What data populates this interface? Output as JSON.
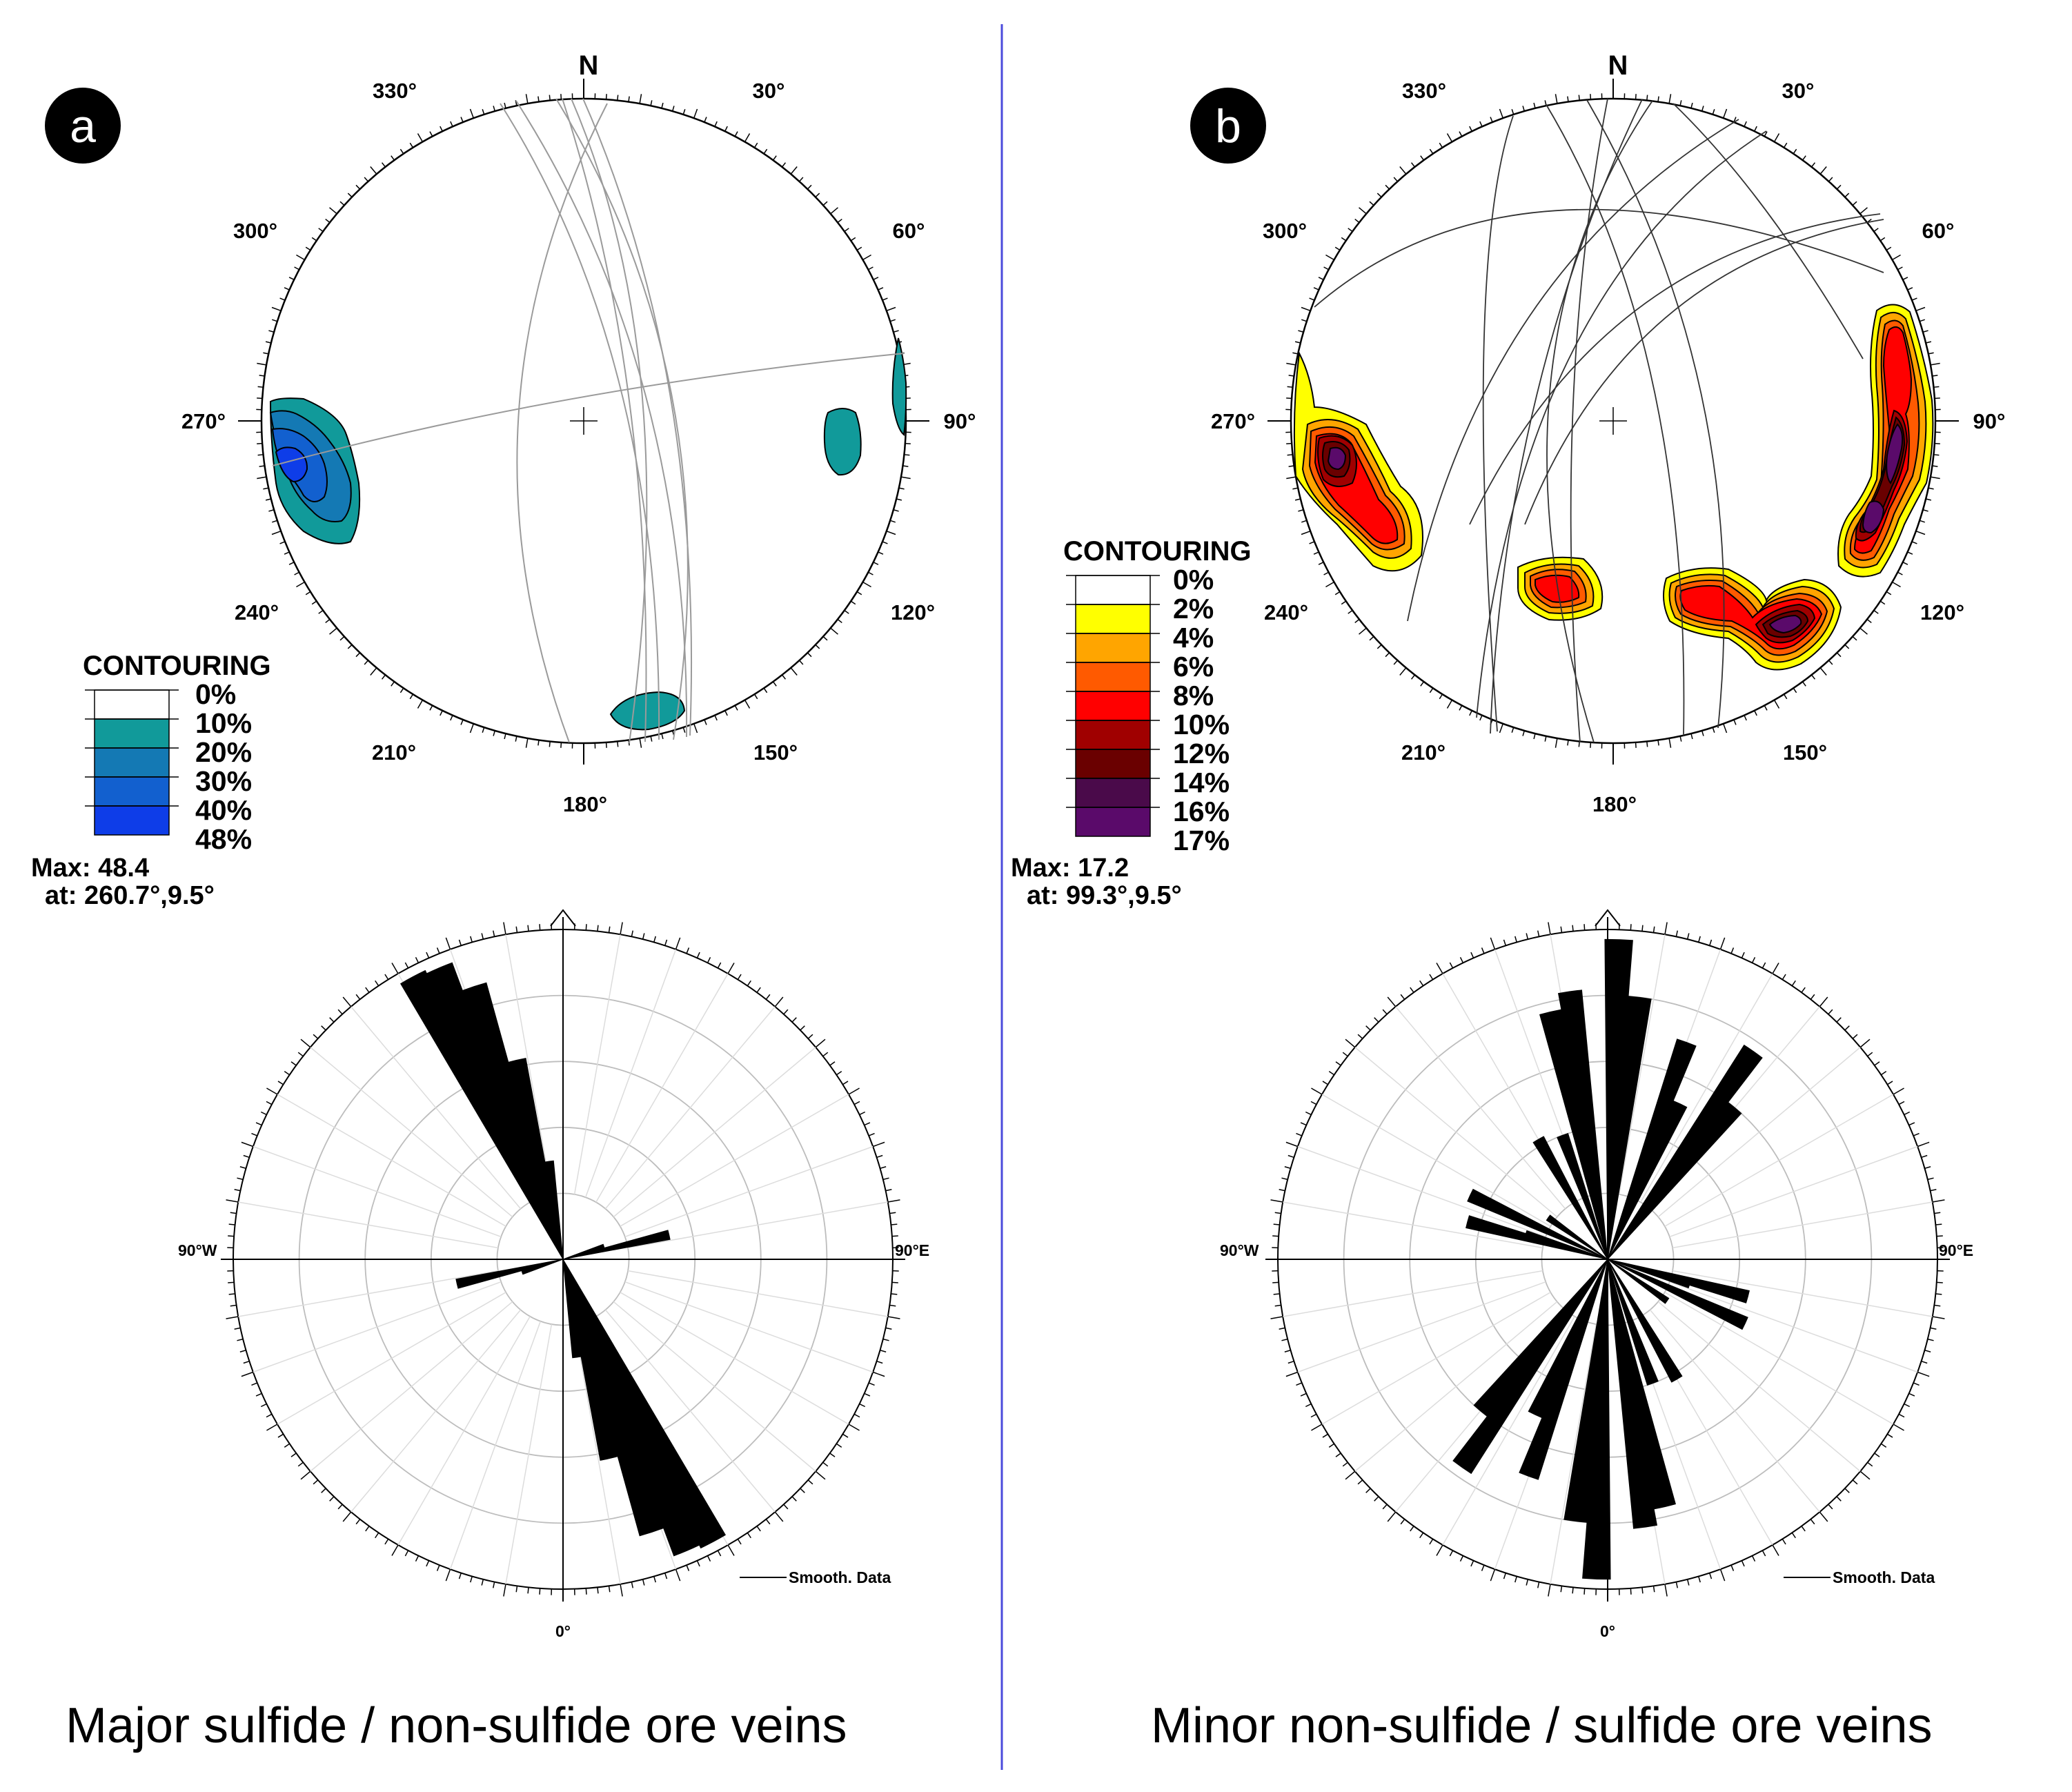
{
  "panels": [
    {
      "id": "a",
      "letter": "a",
      "north_label": "N",
      "degree_labels": [
        "330°",
        "30°",
        "300°",
        "60°",
        "270°",
        "90°",
        "240°",
        "120°",
        "210°",
        "150°",
        "180°"
      ],
      "legend": {
        "title": "CONTOURING",
        "levels": [
          "0%",
          "10%",
          "20%",
          "30%",
          "40%",
          "48%"
        ],
        "colors": [
          "#ffffff",
          "#119a9a",
          "#1479b4",
          "#1260cf",
          "#0e3de8"
        ]
      },
      "max": {
        "value_text": "Max: 48.4",
        "at_text": "at: 260.7°,9.5°"
      },
      "rose": {
        "west_label": "90°W",
        "east_label": "90°E",
        "bottom_label": "0°",
        "key_label": "Smooth. Data",
        "petals": [
          {
            "azimuth": 332,
            "length": 0.97
          },
          {
            "azimuth": 337,
            "length": 0.96
          },
          {
            "azimuth": 342,
            "length": 0.87
          },
          {
            "azimuth": 347,
            "length": 0.62
          },
          {
            "azimuth": 352,
            "length": 0.3
          },
          {
            "azimuth": 77,
            "length": 0.33
          },
          {
            "azimuth": 72,
            "length": 0.13
          }
        ]
      },
      "caption": "Major sulfide / non-sulfide ore veins"
    },
    {
      "id": "b",
      "letter": "b",
      "north_label": "N",
      "degree_labels": [
        "330°",
        "30°",
        "300°",
        "60°",
        "270°",
        "90°",
        "240°",
        "120°",
        "210°",
        "150°",
        "180°"
      ],
      "legend": {
        "title": "CONTOURING",
        "levels": [
          "0%",
          "2%",
          "4%",
          "6%",
          "8%",
          "10%",
          "12%",
          "14%",
          "16%",
          "17%"
        ],
        "colors": [
          "#ffffff",
          "#ffff00",
          "#ffa500",
          "#ff5a00",
          "#ff0000",
          "#a00000",
          "#6a0000",
          "#4a0a4a",
          "#5a0a6a"
        ]
      },
      "max": {
        "value_text": "Max: 17.2",
        "at_text": "at: 99.3°,9.5°"
      },
      "rose": {
        "west_label": "90°W",
        "east_label": "90°E",
        "bottom_label": "0°",
        "key_label": "Smooth. Data",
        "petals": [
          {
            "azimuth": 2,
            "length": 0.97
          },
          {
            "azimuth": 7,
            "length": 0.8
          },
          {
            "azimuth": 352,
            "length": 0.82
          },
          {
            "azimuth": 347,
            "length": 0.77
          },
          {
            "azimuth": 340,
            "length": 0.4
          },
          {
            "azimuth": 20,
            "length": 0.7
          },
          {
            "azimuth": 25,
            "length": 0.52
          },
          {
            "azimuth": 35,
            "length": 0.77
          },
          {
            "azimuth": 40,
            "length": 0.6
          },
          {
            "azimuth": 295,
            "length": 0.46
          },
          {
            "azimuth": 287,
            "length": 0.26
          },
          {
            "azimuth": 105,
            "length": 0.44
          },
          {
            "azimuth": 150,
            "length": 0.42
          },
          {
            "azimuth": 125,
            "length": 0.22
          }
        ]
      },
      "caption": "Minor non-sulfide / sulfide ore veins"
    }
  ]
}
